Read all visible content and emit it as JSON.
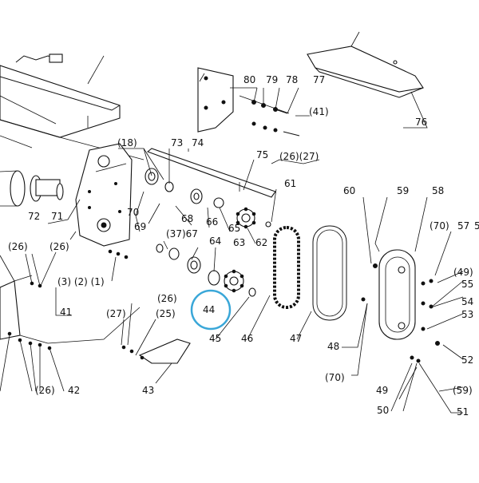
{
  "highlight": {
    "label": "44",
    "color": "#3aa7d8"
  },
  "labels": {
    "l80": "80",
    "l79": "79",
    "l78": "78",
    "l77": "77",
    "l41a": "(41)",
    "l76": "76",
    "l18": "(18)",
    "l73": "73",
    "l74": "74",
    "l75": "75",
    "l26_27": "(26)(27)",
    "l61": "61",
    "l60": "60",
    "l59": "59",
    "l58": "58",
    "l70a": "(70)",
    "l57": "57",
    "l5x": "5",
    "l72": "72",
    "l71": "71",
    "l70": "70",
    "l69": "69",
    "l68": "68",
    "l66": "66",
    "l65": "65",
    "l62": "62",
    "l37_67": "(37)67",
    "l64": "64",
    "l63": "63",
    "l26a": "(26)",
    "l26b": "(26)",
    "l3_2_1": "(3)  (2)  (1)",
    "l41": "41",
    "l26c": "(26)",
    "l27": "(27)",
    "l25": "(25)",
    "l45": "45",
    "l46": "46",
    "l47": "47",
    "l48": "48",
    "l49a": "(49)",
    "l55": "55",
    "l54": "54",
    "l53": "53",
    "l52": "52",
    "l59b": "(59)",
    "l51": "51",
    "l70b": "(70)",
    "l49": "49",
    "l50": "50",
    "l26d": "(26)",
    "l42": "42",
    "l43": "43"
  }
}
